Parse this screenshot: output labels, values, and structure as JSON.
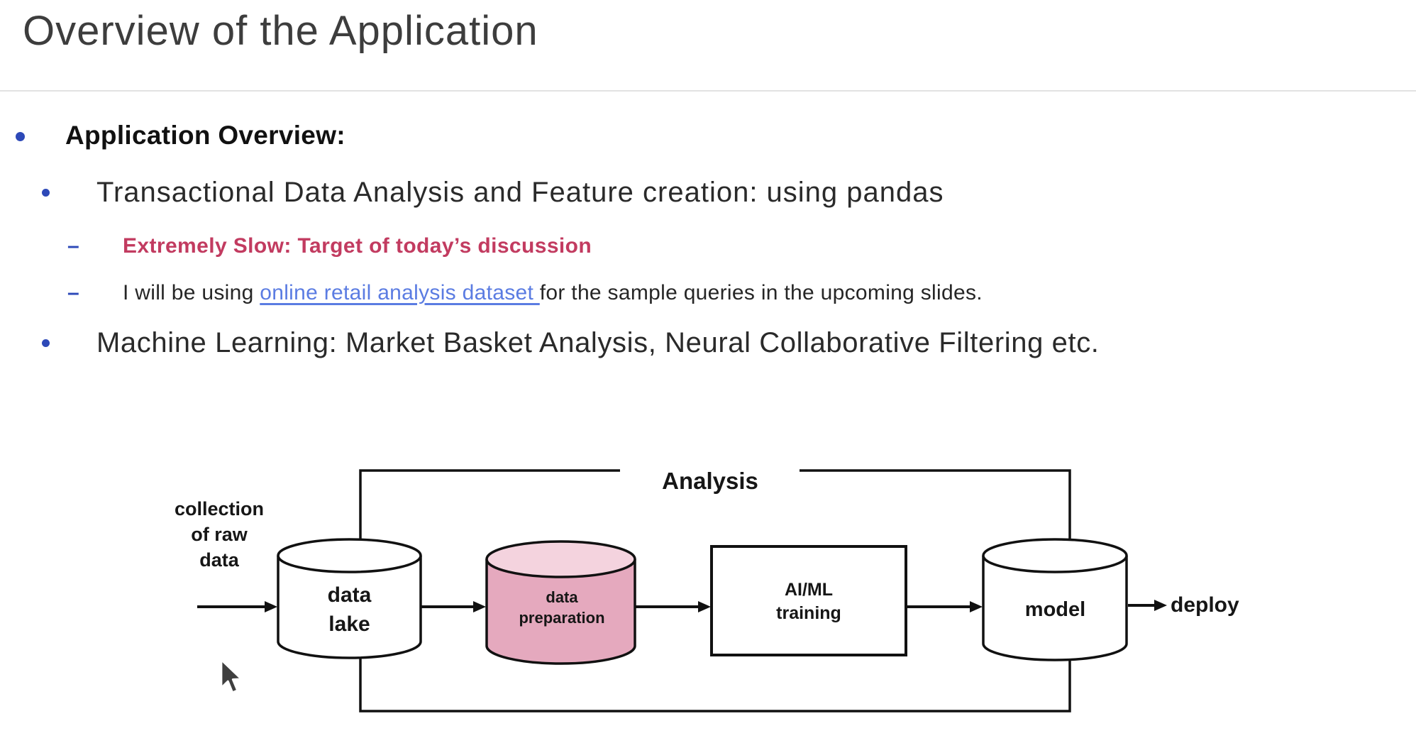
{
  "slide": {
    "title": "Overview of the Application",
    "bullets": {
      "dash_marker": "–",
      "level1_heading": "Application Overview:",
      "item_transactional": "Transactional Data Analysis and Feature creation: using pandas",
      "item_extremely_slow": "Extremely Slow: Target of today’s discussion",
      "item_link_pre": "I will be using ",
      "item_link_text": "online retail analysis dataset ",
      "item_link_post": "for the sample queries in the upcoming slides.",
      "item_ml": "Machine Learning: Market Basket Analysis, Neural Collaborative Filtering etc."
    },
    "diagram": {
      "analysis_label": "Analysis",
      "collection_label": "collection\nof raw\ndata",
      "data_lake_label": "data\nlake",
      "data_prep_label": "data\npreparation",
      "aiml_label": "AI/ML\ntraining",
      "model_label": "model",
      "deploy_label": "deploy"
    },
    "colors": {
      "accent_red": "#c23b60",
      "bullet_blue": "#2d49b8",
      "link_blue": "#5b7ce2",
      "pink_body": "#e5a9be",
      "pink_top": "#f4d3de",
      "outline_black": "#111111"
    }
  }
}
